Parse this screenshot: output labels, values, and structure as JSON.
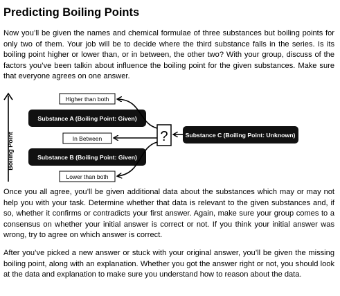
{
  "title": "Predicting Boiling Points",
  "paragraph1": "Now you’ll be given the names and chemical formulae of three substances but boiling points for only two of them. Your job will be to decide where the third substance falls in the series. Is its boiling point higher or lower than, or in between, the other two? With your group, discuss of the factors you’ve been talkin about influence the boiling point for the given substances. Make sure that everyone agrees on one answer.",
  "diagram": {
    "axis_label": "Boiling Point",
    "higher_label": "Higher than both",
    "substance_a": "Substance A (Boiling Point: Given)",
    "between_label": "In Between",
    "substance_b": "Substance B (Boiling Point: Given)",
    "lower_label": "Lower than both",
    "question_mark": "?",
    "substance_c": "Substance C (Boiling Point: Unknown)"
  },
  "paragraph2": "Once you all agree, you’ll be given additional data about the substances which may or may not help you with your task. Determine whether that data is relevant to the given substances and, if so, whether it confirms or contradicts your first answer. Again, make sure your group comes to a consensus on whether your initial answer is correct or not. If you think your initial answer was wrong, try to agree on which answer is correct.",
  "paragraph3": "After you’ve picked a new answer or stuck with your original answer, you’ll be given the missing boiling point, along with an explanation. Whether you got the answer right or not, you should look at the data and explanation to make sure you understand how to reason about the data."
}
